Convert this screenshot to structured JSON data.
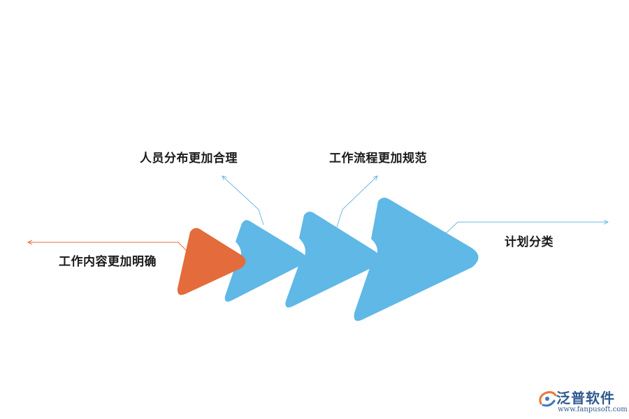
{
  "diagram": {
    "labels": {
      "people": "人员分布更加合理",
      "flow": "工作流程更加规范",
      "content": "工作内容更加明确",
      "plan": "计划分类"
    },
    "colors": {
      "primary_shape": "#5fb8e6",
      "accent_shape": "#e46b3b",
      "connector_blue": "#6cb8dd",
      "connector_orange": "#e46b3b",
      "text": "#1a1a1a"
    }
  },
  "logo": {
    "name": "泛普软件",
    "url": "www.fanpusoft.com",
    "color": "#2f5a8e"
  }
}
